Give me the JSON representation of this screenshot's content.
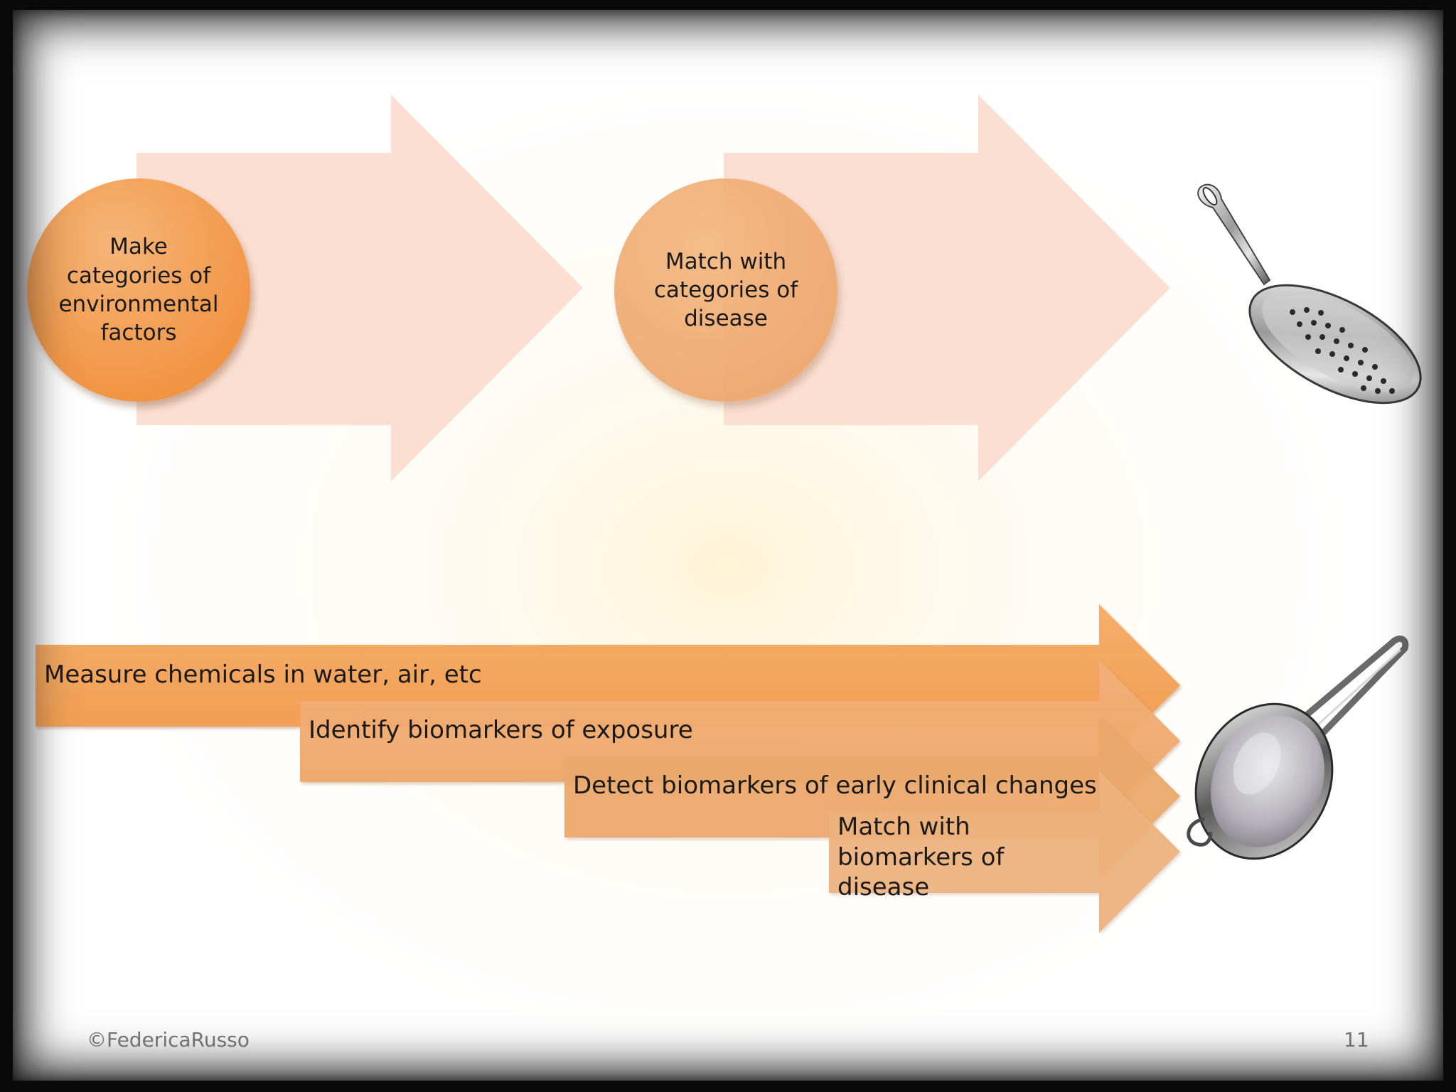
{
  "top_flow": {
    "step1": "Make categories of environmental factors",
    "step2": "Match with categories of disease",
    "tool_icon": "skimmer-spoon-icon"
  },
  "bottom_flow": {
    "steps": [
      "Measure chemicals in water, air, etc",
      "Identify biomarkers of exposure",
      "Detect biomarkers of early clinical changes",
      "Match with biomarkers of disease"
    ],
    "tool_icon": "fine-mesh-strainer-icon"
  },
  "footer": {
    "copyright": "©FedericaRusso",
    "page_number": "11"
  },
  "colors": {
    "orange": "#f29c50",
    "light_orange": "#f2b07a",
    "pale_arrow": "#fbdccf"
  }
}
